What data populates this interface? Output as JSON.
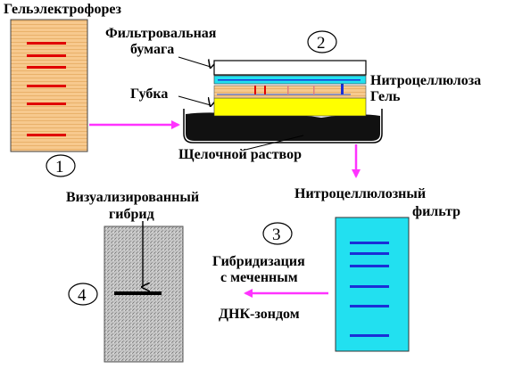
{
  "labels": {
    "gel_electrophoresis": "Гельэлектрофорез",
    "filter_paper_1": "Фильтровальная",
    "filter_paper_2": "бумага",
    "nitrocellulose": "Нитроцеллюлоза",
    "gel": "Гель",
    "sponge": "Губка",
    "alkaline_solution": "Щелочной раствор",
    "nitro_filter_1": "Нитроцеллюлозный",
    "nitro_filter_2": "фильтр",
    "visualized_1": "Визуализированный",
    "visualized_2": "гибрид",
    "hybrid_1": "Гибридизация",
    "hybrid_2": "с меченным",
    "hybrid_3": "ДНК-зондом"
  },
  "steps": [
    "1",
    "2",
    "3",
    "4"
  ],
  "colors": {
    "gel": "#f7c98e",
    "gel_lines": "#e9b16a",
    "red_band": "#e00000",
    "blue_band": "#1a2fd6",
    "cyan": "#22e0f0",
    "yellow": "#ffff00",
    "arrow": "#ff33ff",
    "gray": "#bdbdbd"
  }
}
